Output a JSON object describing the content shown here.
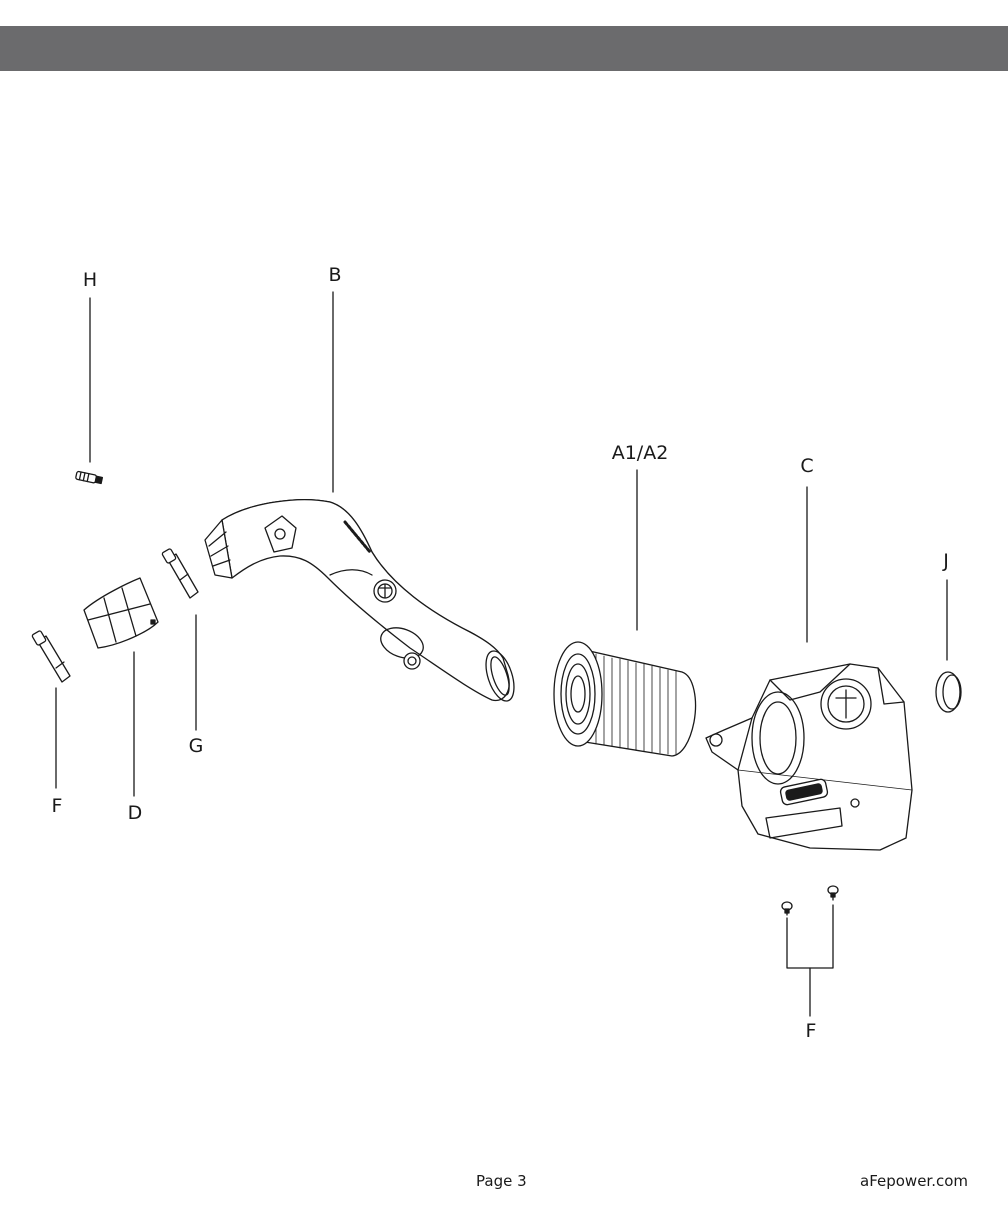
{
  "header": {
    "bar_color": "#6b6b6d"
  },
  "diagram": {
    "line_color": "#1a1a1a",
    "labels": {
      "h": "H",
      "b": "B",
      "a1a2": "A1/A2",
      "c": "C",
      "j": "J",
      "g": "G",
      "f_left": "F",
      "d": "D",
      "f_bottom": "F"
    },
    "parts": [
      {
        "id": "A1/A2",
        "icon": "air-filter-icon"
      },
      {
        "id": "B",
        "icon": "intake-tube-icon"
      },
      {
        "id": "C",
        "icon": "air-box-icon"
      },
      {
        "id": "D",
        "icon": "coupler-icon"
      },
      {
        "id": "F",
        "icon": "hose-clamp-icon"
      },
      {
        "id": "G",
        "icon": "hose-clamp-icon"
      },
      {
        "id": "H",
        "icon": "fitting-icon"
      },
      {
        "id": "J",
        "icon": "cap-icon"
      }
    ]
  },
  "footer": {
    "page": "Page 3",
    "website": "aFepower.com"
  }
}
